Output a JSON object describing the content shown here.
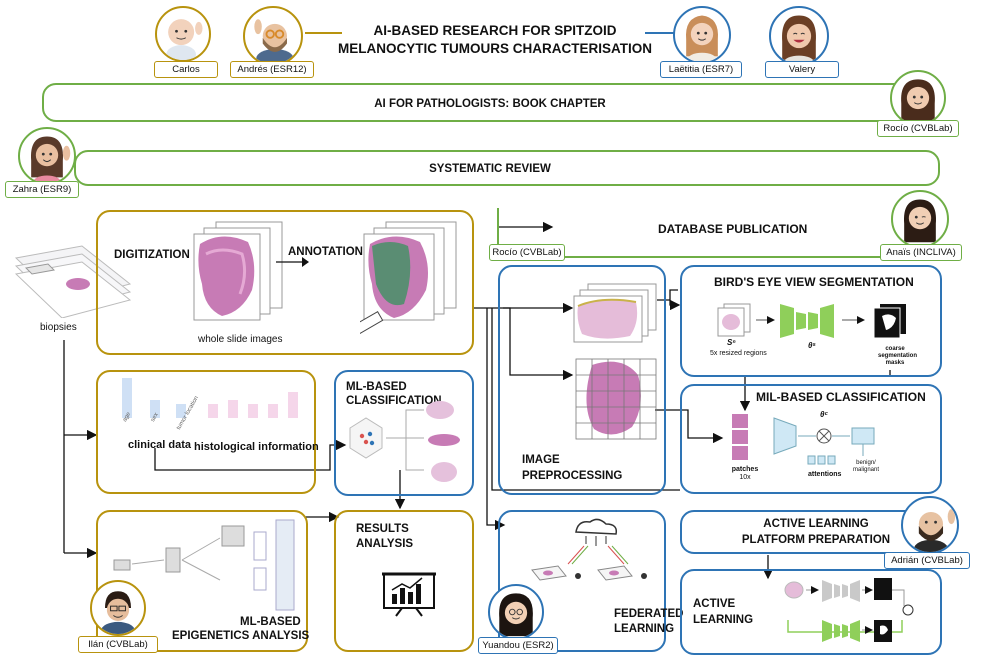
{
  "title_line1": "AI-BASED RESEARCH FOR SPITZOID",
  "title_line2": "MELANOCYTIC TUMOURS CHARACTERISATION",
  "people": {
    "carlos": "Carlos",
    "andres": "Andrés (ESR12)",
    "laetitia": "Laëtitia (ESR7)",
    "valery": "Valery",
    "rocio_book": "Rocío (CVBLab)",
    "zahra": "Zahra (ESR9)",
    "rocio_db": "Rocío (CVBLab)",
    "anais": "Anaïs (INCLIVA)",
    "adrian": "Adrián (CVBLab)",
    "ilan": "Ilán (CVBLab)",
    "yuandou": "Yuandou (ESR2)"
  },
  "sections": {
    "book_chapter": "AI FOR PATHOLOGISTS: BOOK CHAPTER",
    "systematic_review": "SYSTEMATIC REVIEW",
    "database_publication": "DATABASE PUBLICATION",
    "digitization": "DIGITIZATION",
    "annotation": "ANNOTATION",
    "whole_slide_images": "whole slide images",
    "biopsies": "biopsies",
    "clinical_data": "clinical data",
    "histological_information": "histological information",
    "ml_classification_l1": "ML-BASED",
    "ml_classification_l2": "CLASSIFICATION",
    "results_l1": "RESULTS",
    "results_l2": "ANALYSIS",
    "epigenetics_l1": "ML-BASED",
    "epigenetics_l2": "EPIGENETICS ANALYSIS",
    "image_preprocessing_l1": "IMAGE",
    "image_preprocessing_l2": "PREPROCESSING",
    "federated_l1": "FEDERATED",
    "federated_l2": "LEARNING",
    "birds_eye": "BIRD'S EYE VIEW SEGMENTATION",
    "mil_classification": "MIL-BASED CLASSIFICATION",
    "active_platform_l1": "ACTIVE LEARNING",
    "active_platform_l2": "PLATFORM PREPARATION",
    "active_learning_l1": "ACTIVE",
    "active_learning_l2": "LEARNING"
  },
  "minor": {
    "resized_regions": "5x resized regions",
    "coarse_l1": "coarse",
    "coarse_l2": "segmentation",
    "coarse_l3": "masks",
    "patches": "patches",
    "patches_mag": "10x",
    "attentions": "attentions",
    "benign_malignant": "benign/ malignant",
    "bar_age": "age",
    "bar_sex": "sex",
    "bar_tumor_location": "tumor location",
    "theta_s": "θˢ",
    "theta_c": "θᶜ",
    "s_sub_n": "Sⁿ"
  },
  "colors": {
    "green": "#6fae46",
    "gold": "#b8930e",
    "blue": "#2e74b5",
    "model_green": "#8fcf5a",
    "histology_pink": "#c77bb5",
    "annotation_green": "#4e8f6b"
  }
}
